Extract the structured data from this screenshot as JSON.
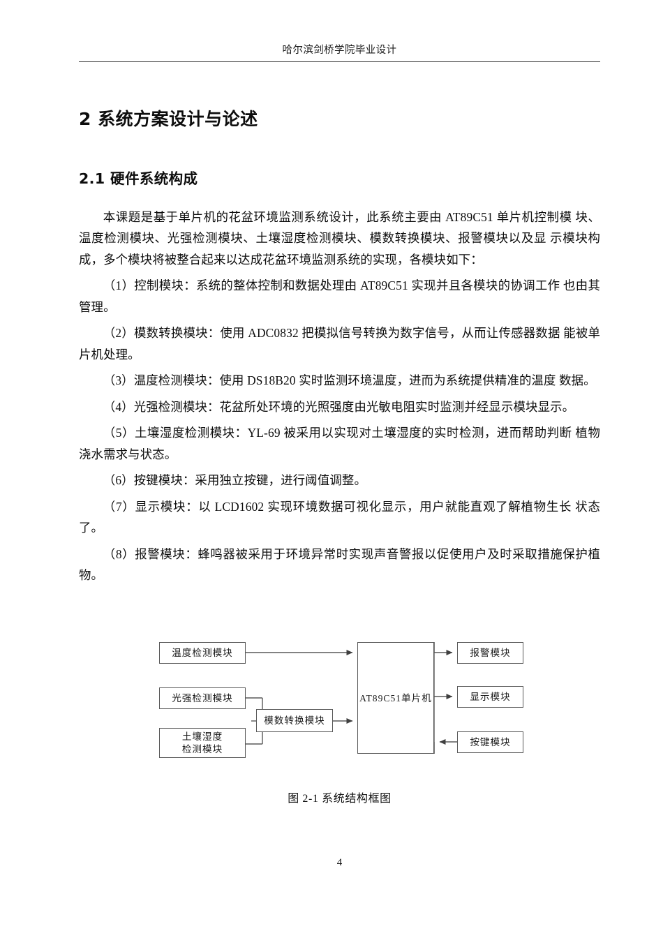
{
  "header": {
    "title": "哈尔滨剑桥学院毕业设计"
  },
  "headings": {
    "chapter": "2  系统方案设计与论述",
    "section": "2.1  硬件系统构成"
  },
  "paragraphs": [
    "本课题是基于单片机的花盆环境监测系统设计，此系统主要由 AT89C51 单片机控制模 块、温度检测模块、光强检测模块、土壤湿度检测模块、模数转换模块、报警模块以及显 示模块构成，多个模块将被整合起来以达成花盆环境监测系统的实现，各模块如下：",
    "（1）控制模块：系统的整体控制和数据处理由 AT89C51 实现并且各模块的协调工作 也由其管理。",
    "（2）模数转换模块：使用 ADC0832 把模拟信号转换为数字信号，从而让传感器数据 能被单片机处理。",
    "（3）温度检测模块：使用 DS18B20 实时监测环境温度，进而为系统提供精准的温度 数据。",
    "（4）光强检测模块：花盆所处环境的光照强度由光敏电阻实时监测并经显示模块显示。",
    "（5）土壤湿度检测模块：YL-69 被采用以实现对土壤湿度的实时检测，进而帮助判断 植物浇水需求与状态。",
    "（6）按键模块：采用独立按键，进行阈值调整。",
    "（7）显示模块：以 LCD1602 实现环境数据可视化显示，用户就能直观了解植物生长 状态了。",
    "（8）报警模块：蜂鸣器被采用于环境异常时实现声音警报以促使用户及时采取措施保护植物。"
  ],
  "diagram": {
    "boxes": {
      "temperature": "温度检测模块",
      "light": "光强检测模块",
      "soil_line1": "土壤湿度",
      "soil_line2": "检测模块",
      "adc": "模数转换模块",
      "mcu": "AT89C51单片机",
      "alarm": "报警模块",
      "display": "显示模块",
      "key": "按键模块"
    },
    "line_color": "#585858"
  },
  "caption": "图 2-1  系统结构框图",
  "footer": {
    "page_number": "4"
  }
}
